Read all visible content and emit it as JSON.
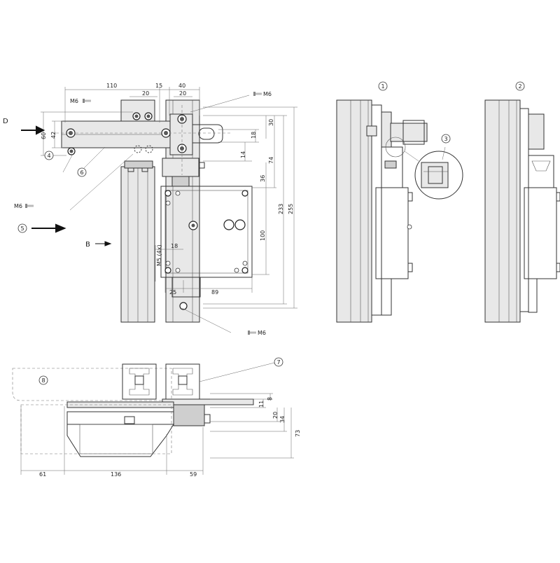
{
  "title": "",
  "views": {
    "front": {
      "dims_top": [
        "110",
        "15",
        "40",
        "20",
        "20"
      ],
      "dims_left": [
        "60",
        "42"
      ],
      "dims_right": [
        "30",
        "18",
        "14",
        "74",
        "36",
        "100",
        "233",
        "255"
      ],
      "dims_bottom": [
        "18",
        "25",
        "89"
      ],
      "screws": [
        "M6",
        "M6",
        "M6",
        "M6"
      ],
      "thread_label": "M5 (4x)",
      "arrows": [
        "D",
        "B"
      ],
      "callouts": [
        "4",
        "6",
        "5"
      ]
    },
    "side1": {
      "callouts": [
        "1",
        "3"
      ]
    },
    "side2": {
      "callouts": [
        "2"
      ]
    },
    "bottom": {
      "callouts": [
        "8",
        "7"
      ],
      "dims_right": [
        "8",
        "11",
        "20",
        "34",
        "73"
      ],
      "dims_bottom": [
        "61",
        "136",
        "59"
      ]
    }
  }
}
